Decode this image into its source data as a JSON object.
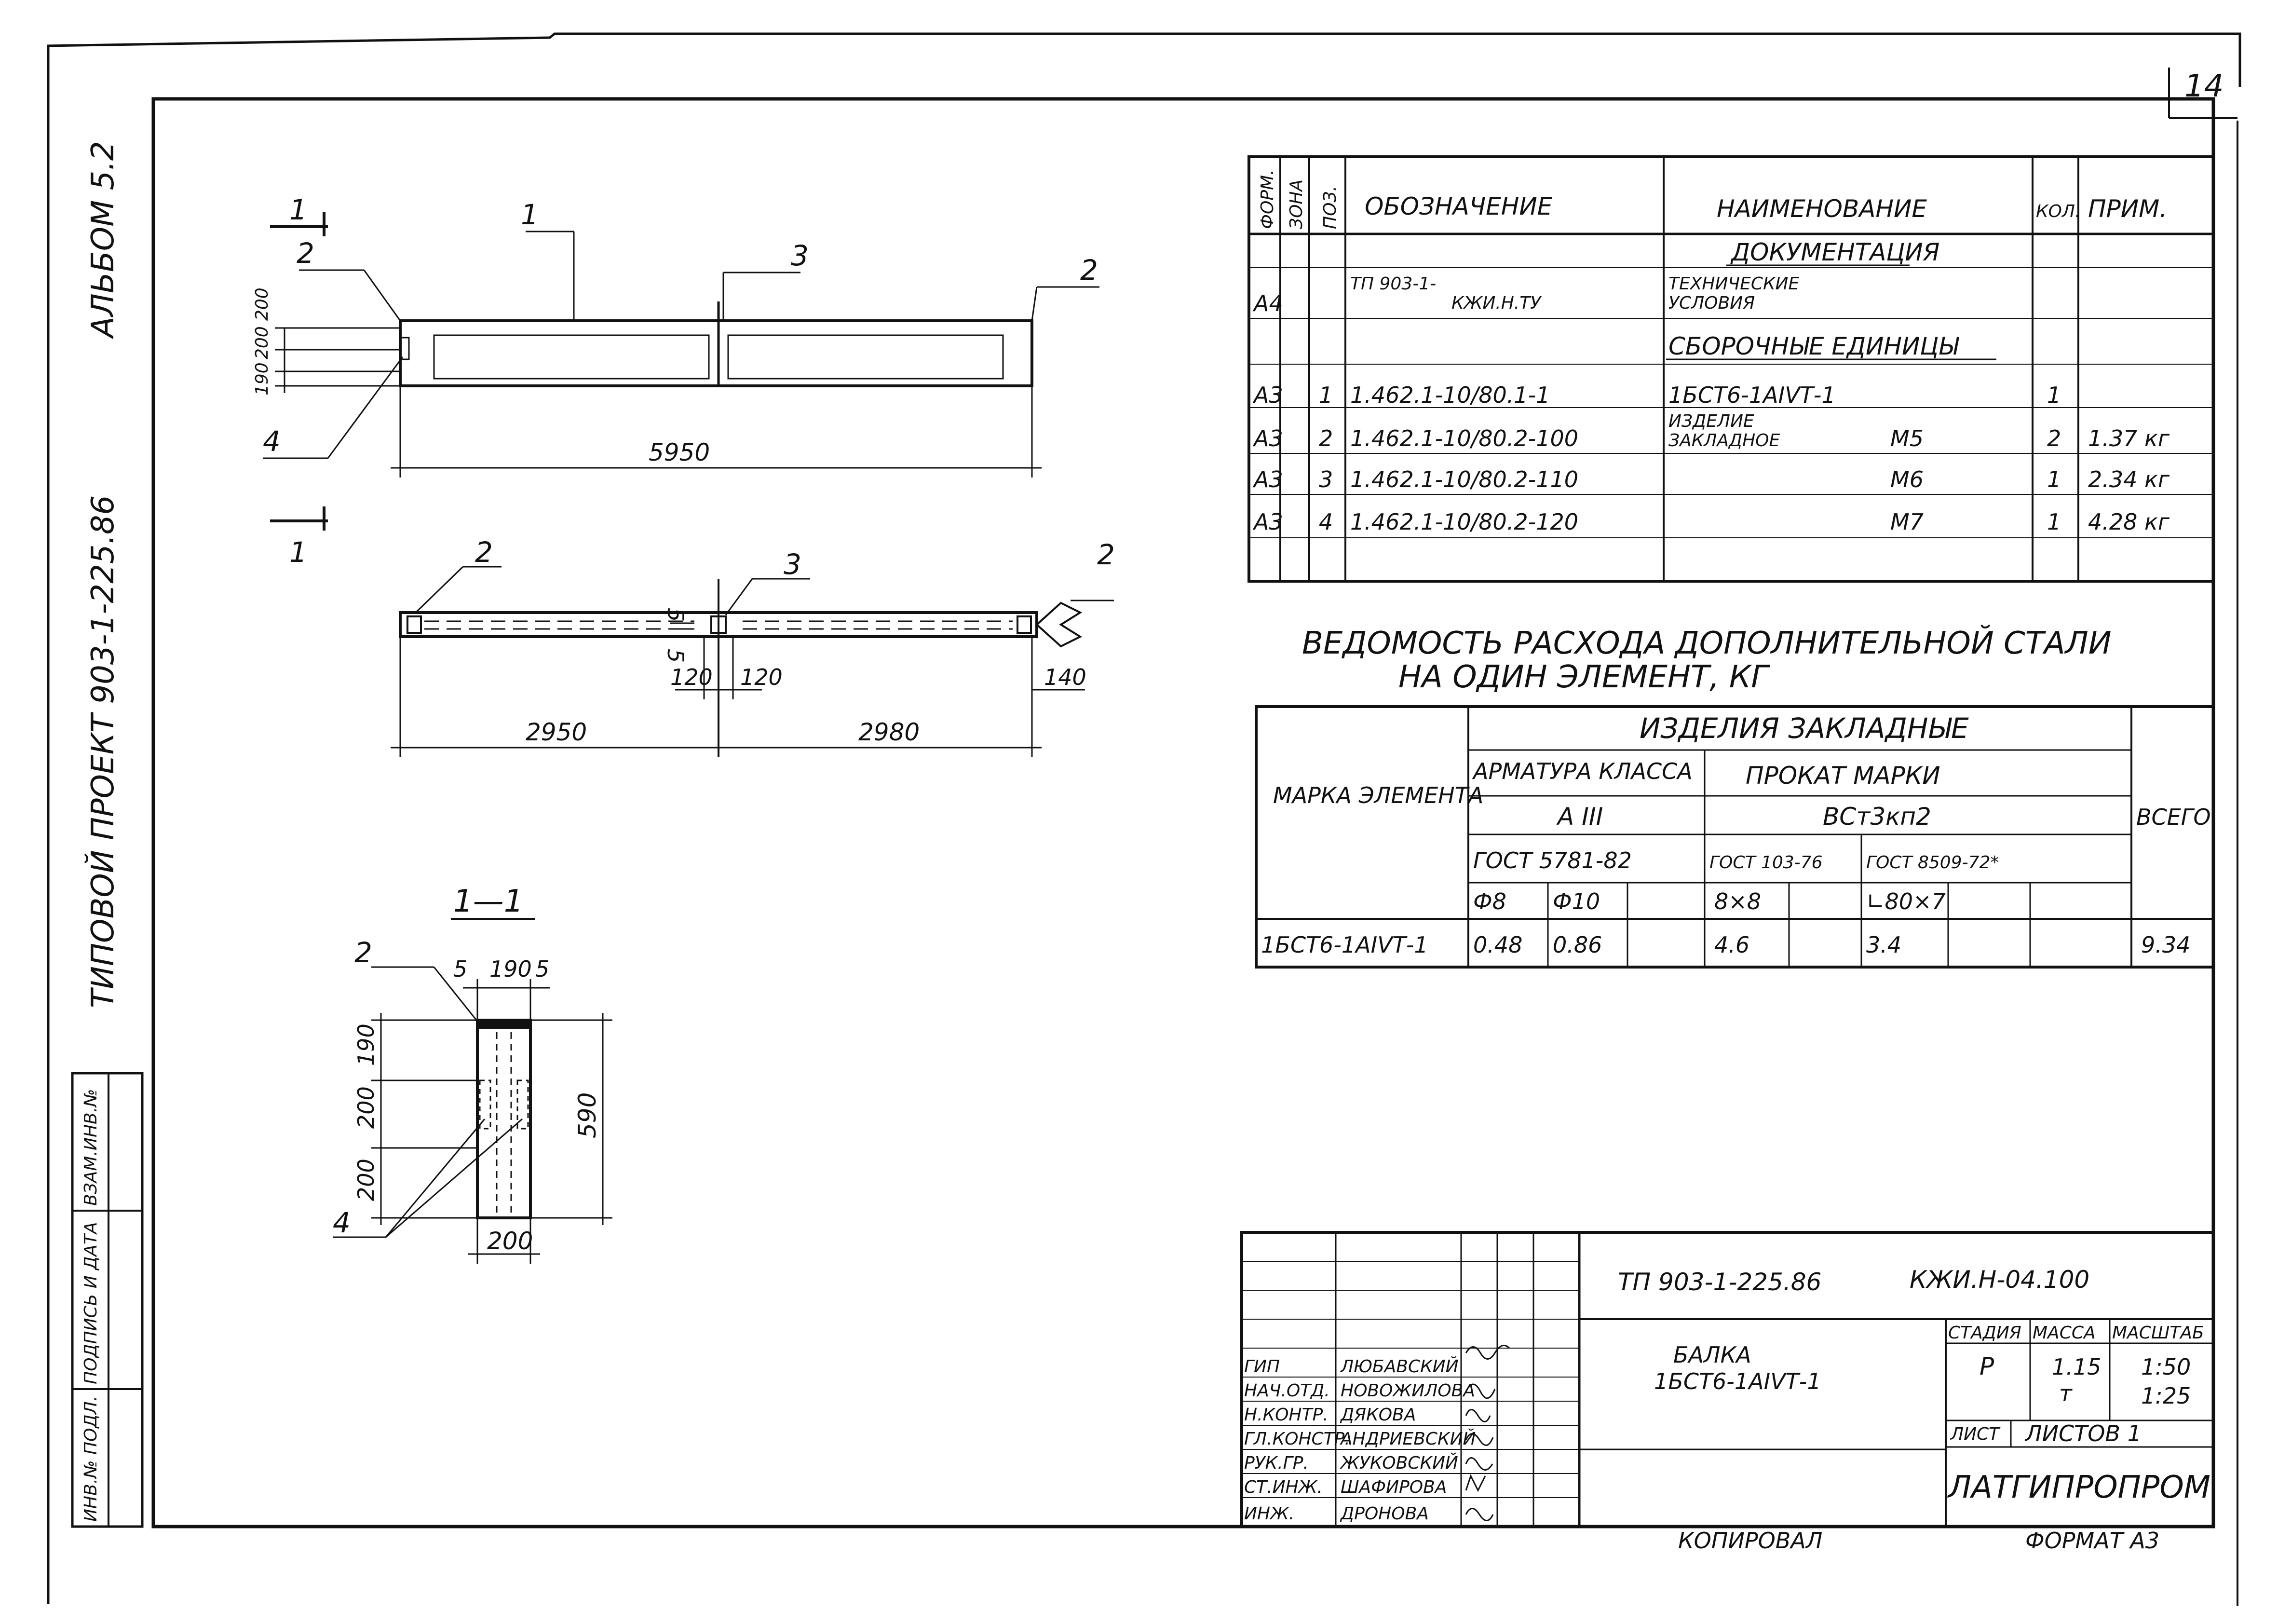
{
  "sheet_number": "14",
  "left_margin": {
    "album": "АЛЬБОМ 5.2",
    "project": "ТИПОВОЙ ПРОЕКТ 903-1-225.86",
    "stamp_cells": [
      "ВЗАМ.ИНВ.№",
      "ПОДПИСЬ И ДАТА",
      "ИНВ.№ ПОДЛ."
    ]
  },
  "elevation": {
    "section_mark": "1",
    "callouts": [
      "1",
      "2",
      "3",
      "2",
      "4"
    ],
    "dims_vertical": [
      "200",
      "200",
      "190"
    ],
    "length": "5950"
  },
  "plan": {
    "callouts": [
      "2",
      "3",
      "2",
      "5",
      "5"
    ],
    "dims": [
      "120",
      "120",
      "140",
      "2950",
      "2980"
    ]
  },
  "section": {
    "title": "1—1",
    "callouts": [
      "2",
      "4"
    ],
    "top_dims": [
      "5",
      "190",
      "5"
    ],
    "left_dims": [
      "190",
      "200",
      "200"
    ],
    "height": "590",
    "width": "200"
  },
  "spec_table": {
    "headers": [
      "ФОРМ.",
      "ЗОНА",
      "ПОЗ.",
      "ОБОЗНАЧЕНИЕ",
      "НАИМЕНОВАНИЕ",
      "КОЛ.",
      "ПРИМ."
    ],
    "section_doc": "ДОКУМЕНТАЦИЯ",
    "doc_row": {
      "form": "А4",
      "designation_a": "ТП 903-1-",
      "designation_b": "КЖИ.Н.ТУ",
      "name_a": "ТЕХНИЧЕСКИЕ",
      "name_b": "УСЛОВИЯ"
    },
    "section_units": "СБОРОЧНЫЕ ЕДИНИЦЫ",
    "rows": [
      {
        "form": "А3",
        "pos": "1",
        "designation": "1.462.1-10/80.1-1",
        "name_a": "1БСТ6-1АIVТ-1",
        "name_b": "",
        "mark": "",
        "qty": "1",
        "note": ""
      },
      {
        "form": "А3",
        "pos": "2",
        "designation": "1.462.1-10/80.2-100",
        "name_a": "ИЗДЕЛИЕ",
        "name_b": "ЗАКЛАДНОЕ",
        "mark": "М5",
        "qty": "2",
        "note": "1.37 кг"
      },
      {
        "form": "А3",
        "pos": "3",
        "designation": "1.462.1-10/80.2-110",
        "name_a": "",
        "name_b": "",
        "mark": "М6",
        "qty": "1",
        "note": "2.34 кг"
      },
      {
        "form": "А3",
        "pos": "4",
        "designation": "1.462.1-10/80.2-120",
        "name_a": "",
        "name_b": "",
        "mark": "М7",
        "qty": "1",
        "note": "4.28 кг"
      }
    ]
  },
  "steel_table": {
    "title_line1": "ВЕДОМОСТЬ РАСХОДА ДОПОЛНИТЕЛЬНОЙ СТАЛИ",
    "title_line2": "НА ОДИН ЭЛЕМЕНТ, КГ",
    "col_element": "МАРКА ЭЛЕМЕНТА",
    "col_embedded": "ИЗДЕЛИЯ ЗАКЛАДНЫЕ",
    "col_rebar": "АРМАТУРА КЛАССА",
    "rebar_class": "А III",
    "gost_rebar": "ГОСТ 5781-82",
    "col_rolled": "ПРОКАТ МАРКИ",
    "rolled_grade": "ВСт3кп2",
    "gost_a": "ГОСТ 103-76",
    "gost_b": "ГОСТ 8509-72*",
    "col_total": "ВСЕГО",
    "sub_headers": [
      "Ф8",
      "Ф10",
      "",
      "8×8",
      "",
      "∟80×7",
      "",
      ""
    ],
    "row_mark": "1БСТ6-1АIVТ-1",
    "row_values": [
      "0.48",
      "0.86",
      "",
      "4.6",
      "",
      "3.4",
      "",
      ""
    ],
    "row_total": "9.34"
  },
  "title_block": {
    "project_code": "ТП 903-1-225.86",
    "drawing_code": "КЖИ.Н-04.100",
    "name_a": "БАЛКА",
    "name_b": "1БСТ6-1АIVТ-1",
    "headers": [
      "СТАДИЯ",
      "МАССА",
      "МАСШТАБ"
    ],
    "stage": "Р",
    "mass_a": "1.15",
    "mass_b": "т",
    "scale_a": "1:50",
    "scale_b": "1:25",
    "sheet_label": "ЛИСТ",
    "sheets_label": "ЛИСТОВ 1",
    "organization": "ЛАТГИПРОПРОМ",
    "staff": [
      {
        "role": "ГИП",
        "name": "ЛЮБАВСКИЙ"
      },
      {
        "role": "НАЧ.ОТД.",
        "name": "НОВОЖИЛОВА"
      },
      {
        "role": "Н.КОНТР.",
        "name": "ДЯКОВА"
      },
      {
        "role": "ГЛ.КОНСТР.",
        "name": "АНДРИЕВСКИЙ"
      },
      {
        "role": "РУК.ГР.",
        "name": "ЖУКОВСКИЙ"
      },
      {
        "role": "СТ.ИНЖ.",
        "name": "ШАФИРОВА"
      },
      {
        "role": "ИНЖ.",
        "name": "ДРОНОВА"
      }
    ],
    "copied": "КОПИРОВАЛ",
    "format": "ФОРМАТ А3"
  }
}
